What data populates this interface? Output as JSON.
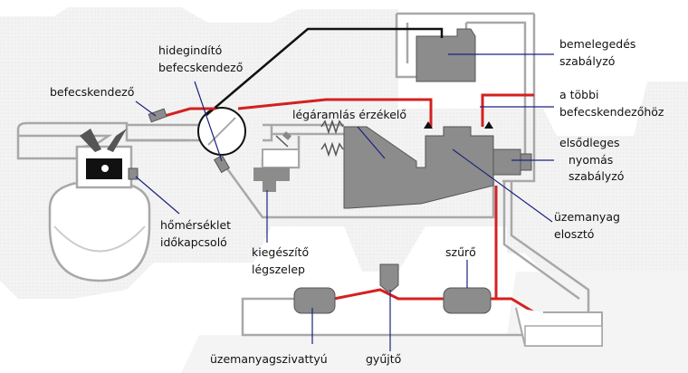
{
  "labels": {
    "befecskendezo": "befecskendező",
    "hidegindito_1": "hidegindító",
    "hidegindito_2": "befecskendező",
    "legaramlas": "légáramlás érzékelő",
    "bemelegedes_1": "bemelegedés",
    "bemelegedes_2": "szabályzó",
    "tobbi_1": "a többi",
    "tobbi_2": "befecskendezőhöz",
    "elsodleges_1": "elsődleges",
    "elsodleges_2": "nyomás",
    "elsodleges_3": "szabályzó",
    "uzemanyag_eloszto_1": "üzemanyag",
    "uzemanyag_eloszto_2": "elosztó",
    "homerseklet_1": "hőmérséklet",
    "homerseklet_2": "időkapcsoló",
    "kiegeszito_1": "kiegészítő",
    "kiegeszito_2": "légszelep",
    "szuro": "szűrő",
    "szivattyu": "üzemanyagszivattyú",
    "gyujto": "gyűjtő"
  },
  "colors": {
    "fuel_line": "#d42020",
    "control_line": "#111111",
    "component_fill": "#8c8c8c",
    "pipe_outline": "#a8a8a8",
    "leader_line": "#1a237e"
  }
}
